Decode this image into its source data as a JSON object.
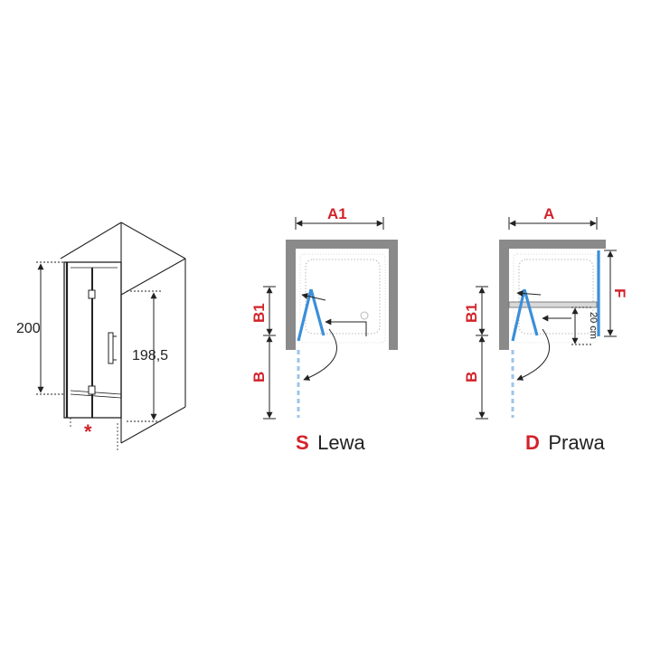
{
  "colors": {
    "accent_red": "#d2232a",
    "glass_blue": "#3b8fd8",
    "dashed_blue": "#9cc4ea",
    "wall_gray": "#8a8a8a",
    "line": "#222222",
    "tray": "#b9b9b9"
  },
  "perspective": {
    "height_label": "200",
    "inner_height_label": "198,5",
    "asterisk": "*"
  },
  "left_plan": {
    "width_label": "A1",
    "b1_label": "B1",
    "b_label": "B",
    "caption_letter": "S",
    "caption_text": "Lewa"
  },
  "right_plan": {
    "width_label": "A",
    "b1_label": "B1",
    "b_label": "B",
    "f_label": "F",
    "gap_label": "20 cm",
    "caption_letter": "D",
    "caption_text": "Prawa"
  }
}
